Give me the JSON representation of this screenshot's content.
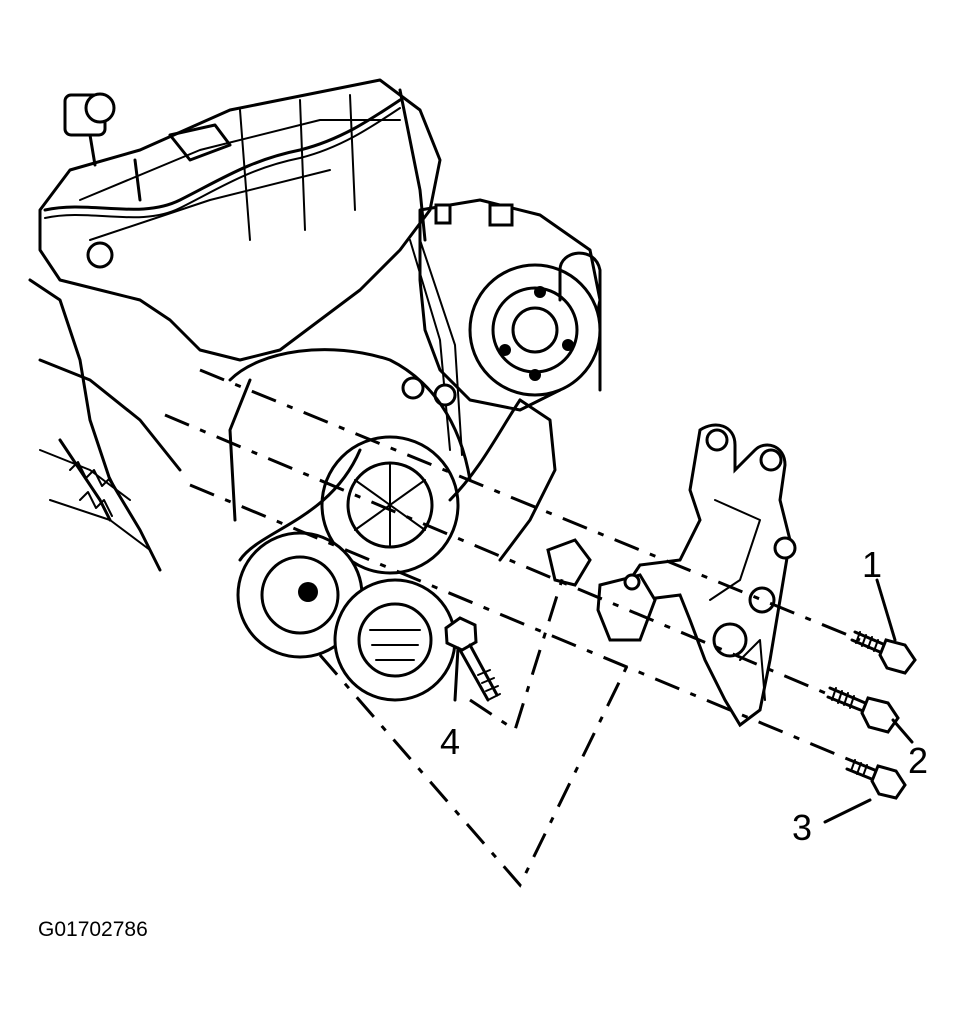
{
  "diagram": {
    "callouts": [
      "1",
      "2",
      "3",
      "4"
    ],
    "figure_id": "G01702786"
  }
}
